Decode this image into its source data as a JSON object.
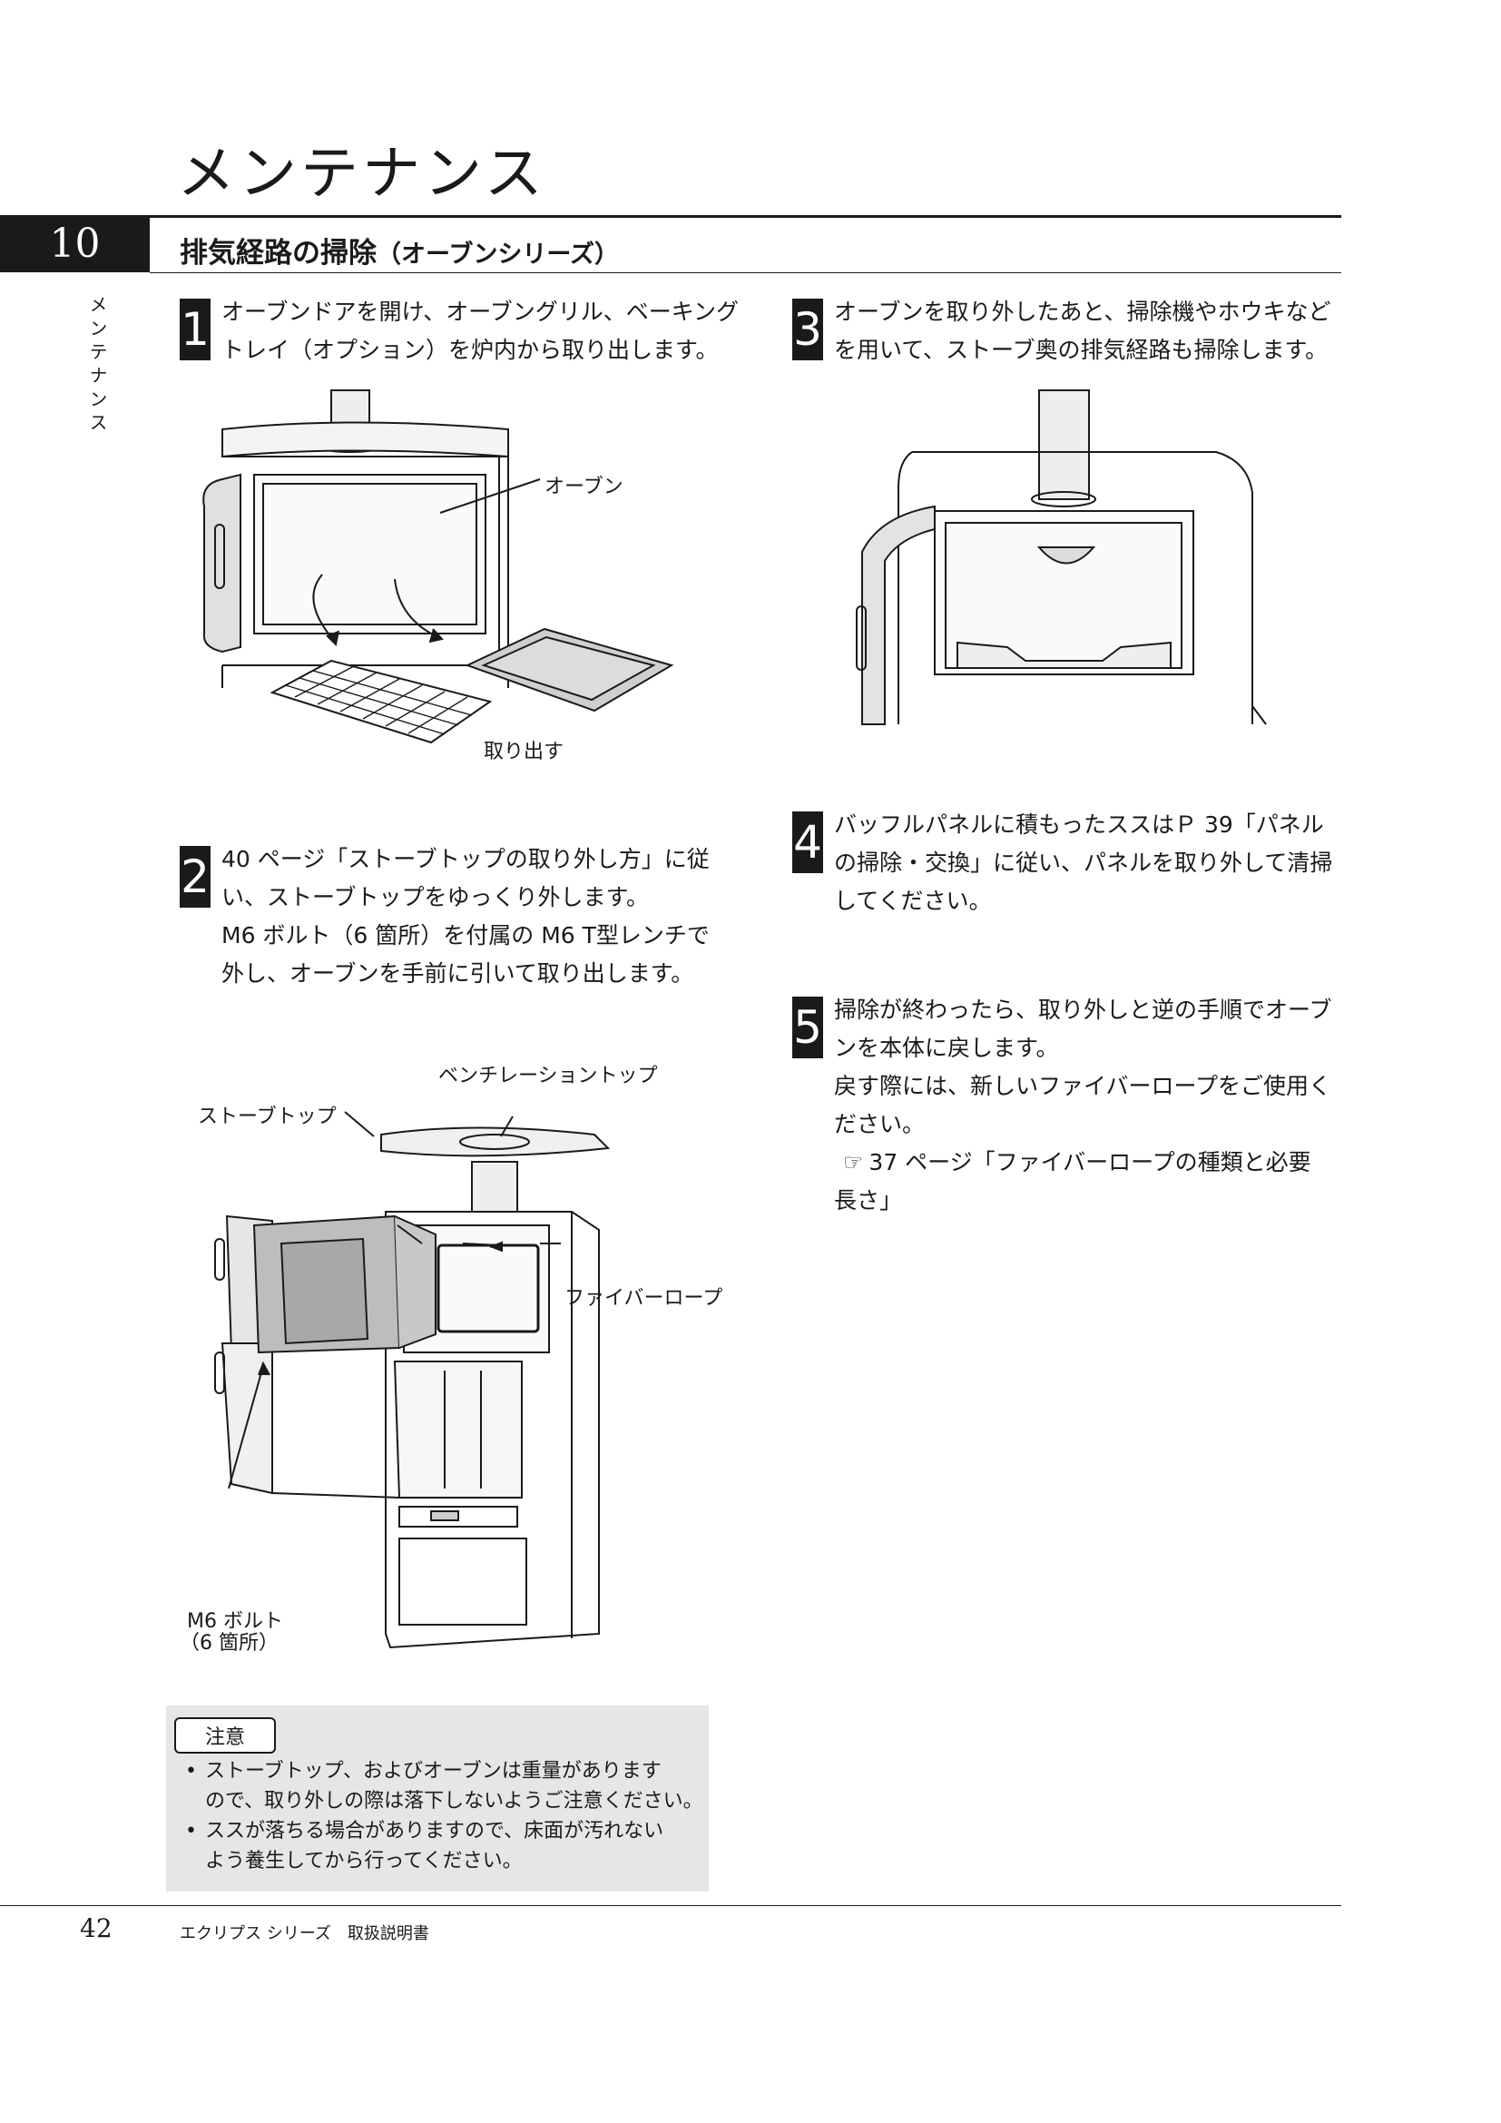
{
  "header": {
    "page_title": "メンテナンス",
    "section_number": "10",
    "section_title": "排気経路の掃除",
    "section_subtitle": "（オーブンシリーズ）",
    "side_label": "メンテナンス"
  },
  "steps": [
    {
      "number": "1",
      "lines": [
        "オーブンドアを開け、オーブングリル、ベーキング",
        "トレイ（オプション）を炉内から取り出します。"
      ]
    },
    {
      "number": "2",
      "lines": [
        "40 ページ「ストーブトップの取り外し方」に従",
        "い、ストーブトップをゆっくり外します。",
        "M6 ボルト（6 箇所）を付属の M6 T型レンチで",
        "外し、オーブンを手前に引いて取り出します。"
      ]
    },
    {
      "number": "3",
      "lines": [
        "オーブンを取り外したあと、掃除機やホウキなど",
        "を用いて、ストーブ奥の排気経路も掃除します。"
      ]
    },
    {
      "number": "4",
      "lines": [
        "バッフルパネルに積もったススはＰ 39「パネル",
        "の掃除・交換」に従い、パネルを取り外して清掃",
        "してください。"
      ]
    },
    {
      "number": "5",
      "lines": [
        "掃除が終わったら、取り外しと逆の手順でオーブ",
        "ンを本体に戻します。",
        "戻す際には、新しいファイバーロープをご使用く",
        "ださい。"
      ],
      "ref_icon": "pointing-hand-icon",
      "ref_text": "37 ページ「ファイバーロープの種類と必要",
      "ref_text2": "長さ」"
    }
  ],
  "figure1": {
    "label_oven": "オーブン",
    "label_take_out": "取り出す"
  },
  "figure2": {
    "label_vent_top": "ベンチレーショントップ",
    "label_stove_top": "ストーブトップ",
    "label_fiber_rope": "ファイバーロープ",
    "label_bolt_1": "M6 ボルト",
    "label_bolt_2": "（6 箇所）"
  },
  "caution": {
    "label": "注意",
    "items": [
      {
        "line1": "ストーブトップ、およびオーブンは重量があります",
        "line2": "ので、取り外しの際は落下しないようご注意ください。"
      },
      {
        "line1": "ススが落ちる場合がありますので、床面が汚れない",
        "line2": "よう養生してから行ってください。"
      }
    ]
  },
  "footer": {
    "page_number": "42",
    "document_title": "エクリプス シリーズ　取扱説明書"
  },
  "colors": {
    "text": "#1a1a1a",
    "caution_bg": "#e6e6e6",
    "tray_fill": "#dcdcdc",
    "oven_fill": "#bdbdbd"
  }
}
